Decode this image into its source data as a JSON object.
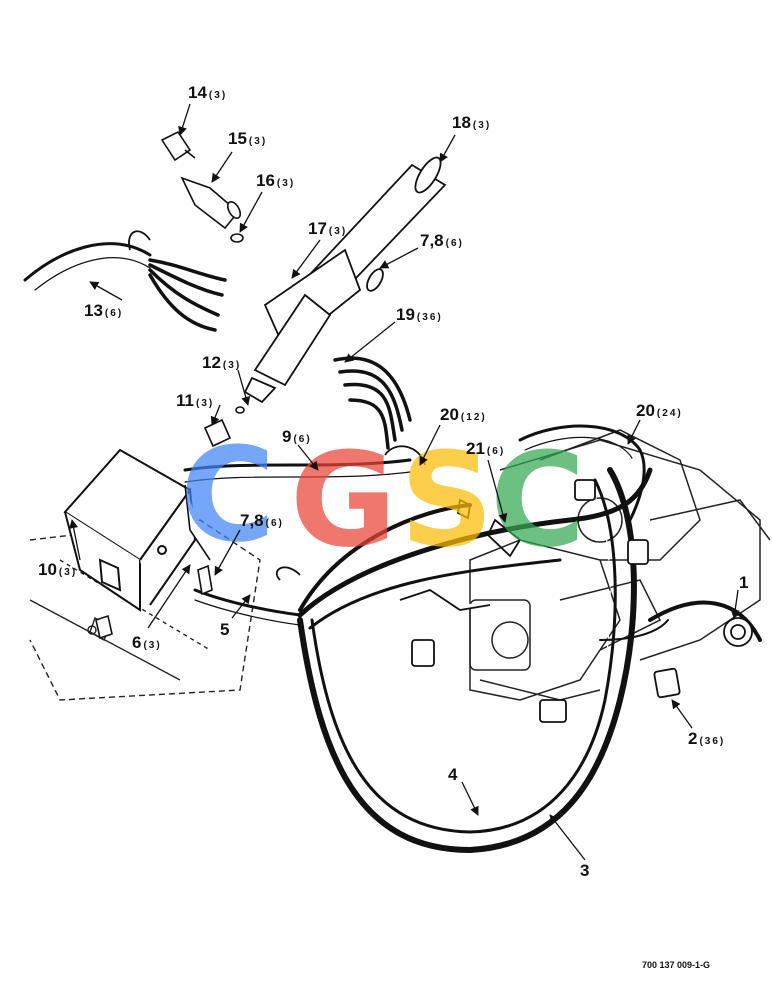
{
  "figure_id": "700 137 009-1-G",
  "watermark": {
    "letters": [
      "C",
      "G",
      "S",
      "C"
    ],
    "colors": [
      "#4285f4",
      "#ea4335",
      "#fbbc05",
      "#34a853"
    ]
  },
  "callouts": [
    {
      "id": "c14",
      "num": "14",
      "qty": "(3)"
    },
    {
      "id": "c15",
      "num": "15",
      "qty": "(3)"
    },
    {
      "id": "c16",
      "num": "16",
      "qty": "(3)"
    },
    {
      "id": "c18",
      "num": "18",
      "qty": "(3)"
    },
    {
      "id": "c17",
      "num": "17",
      "qty": "(3)"
    },
    {
      "id": "c78a",
      "num": "7,8",
      "qty": "(6)"
    },
    {
      "id": "c13",
      "num": "13",
      "qty": "(6)"
    },
    {
      "id": "c19",
      "num": "19",
      "qty": "(36)"
    },
    {
      "id": "c12",
      "num": "12",
      "qty": "(3)"
    },
    {
      "id": "c11",
      "num": "11",
      "qty": "(3)"
    },
    {
      "id": "c20a",
      "num": "20",
      "qty": "(12)"
    },
    {
      "id": "c20b",
      "num": "20",
      "qty": "(24)"
    },
    {
      "id": "c9",
      "num": "9",
      "qty": "(6)"
    },
    {
      "id": "c21",
      "num": "21",
      "qty": "(6)"
    },
    {
      "id": "c78b",
      "num": "7,8",
      "qty": "(6)"
    },
    {
      "id": "c10",
      "num": "10",
      "qty": "(3)"
    },
    {
      "id": "c6",
      "num": "6",
      "qty": "(3)"
    },
    {
      "id": "c5",
      "num": "5",
      "qty": ""
    },
    {
      "id": "c1",
      "num": "1",
      "qty": ""
    },
    {
      "id": "c2",
      "num": "2",
      "qty": "(36)"
    },
    {
      "id": "c4",
      "num": "4",
      "qty": ""
    },
    {
      "id": "c3",
      "num": "3",
      "qty": ""
    }
  ]
}
